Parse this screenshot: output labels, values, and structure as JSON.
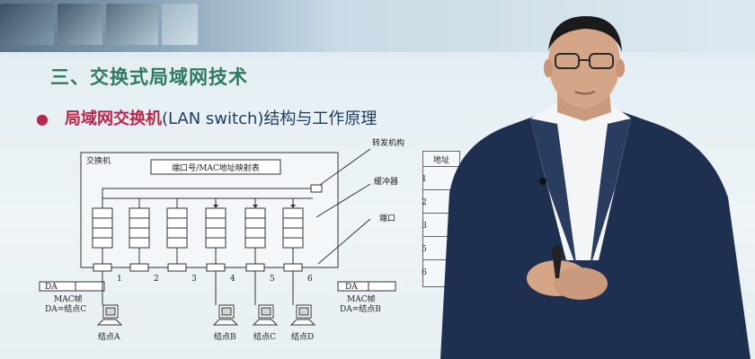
{
  "slide": {
    "title": "三、交换式局域网技术",
    "bullet_emphasis": "局域网交换机",
    "bullet_rest": "(LAN switch)结构与工作原理"
  },
  "diagram": {
    "switch_label": "交换机",
    "mapping_table_label": "端口号/MAC地址映射表",
    "forwarding_label": "转发机构",
    "buffer_label": "缓冲器",
    "port_label": "端口",
    "port_numbers": [
      "1",
      "2",
      "3",
      "4",
      "5",
      "6"
    ],
    "left_frame": {
      "da": "DA",
      "frame": "MAC帧",
      "addr": "DA=结点C"
    },
    "right_frame": {
      "da": "DA",
      "frame": "MAC帧",
      "addr": "DA=结点B"
    },
    "nodes": [
      "结点A",
      "结点B",
      "结点C",
      "结点D"
    ]
  },
  "address_table_fragment": {
    "header": "地址",
    "rows": [
      "1",
      "2",
      "3",
      "5",
      "6"
    ]
  },
  "colors": {
    "title": "#2f7a5f",
    "bullet_emphasis": "#b8264a",
    "bullet_text": "#1e3a5c",
    "suit": "#1f2f4f"
  }
}
